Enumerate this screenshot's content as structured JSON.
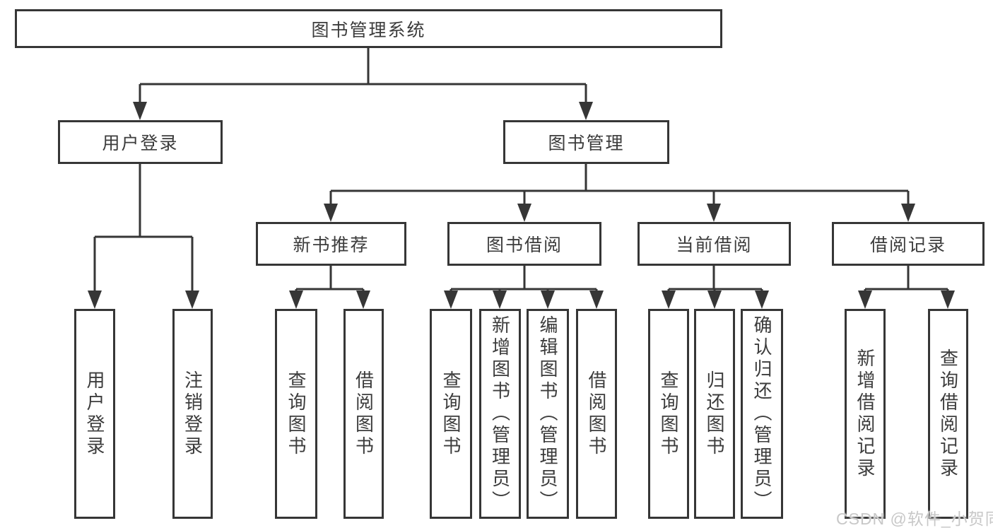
{
  "diagram": {
    "root": {
      "label": "图书管理系统"
    },
    "branches": [
      {
        "label": "用户登录",
        "leaves": [
          "用户登录",
          "注销登录"
        ]
      },
      {
        "label": "图书管理",
        "groups": [
          {
            "label": "新书推荐",
            "leaves": [
              "查询图书",
              "借阅图书"
            ]
          },
          {
            "label": "图书借阅",
            "leaves": [
              "查询图书",
              "新增图书（管理员）",
              "编辑图书（管理员）",
              "借阅图书"
            ]
          },
          {
            "label": "当前借阅",
            "leaves": [
              "查询图书",
              "归还图书",
              "确认归还（管理员）"
            ]
          },
          {
            "label": "借阅记录",
            "leaves": [
              "新增借阅记录",
              "查询借阅记录"
            ]
          }
        ]
      }
    ]
  },
  "watermark": {
    "text": "CSDN @软件_小贺同学"
  },
  "colors": {
    "line": "#363636",
    "text": "#3c3c3c",
    "box_background": "#ffffff",
    "watermark": "#c8c8c8"
  }
}
